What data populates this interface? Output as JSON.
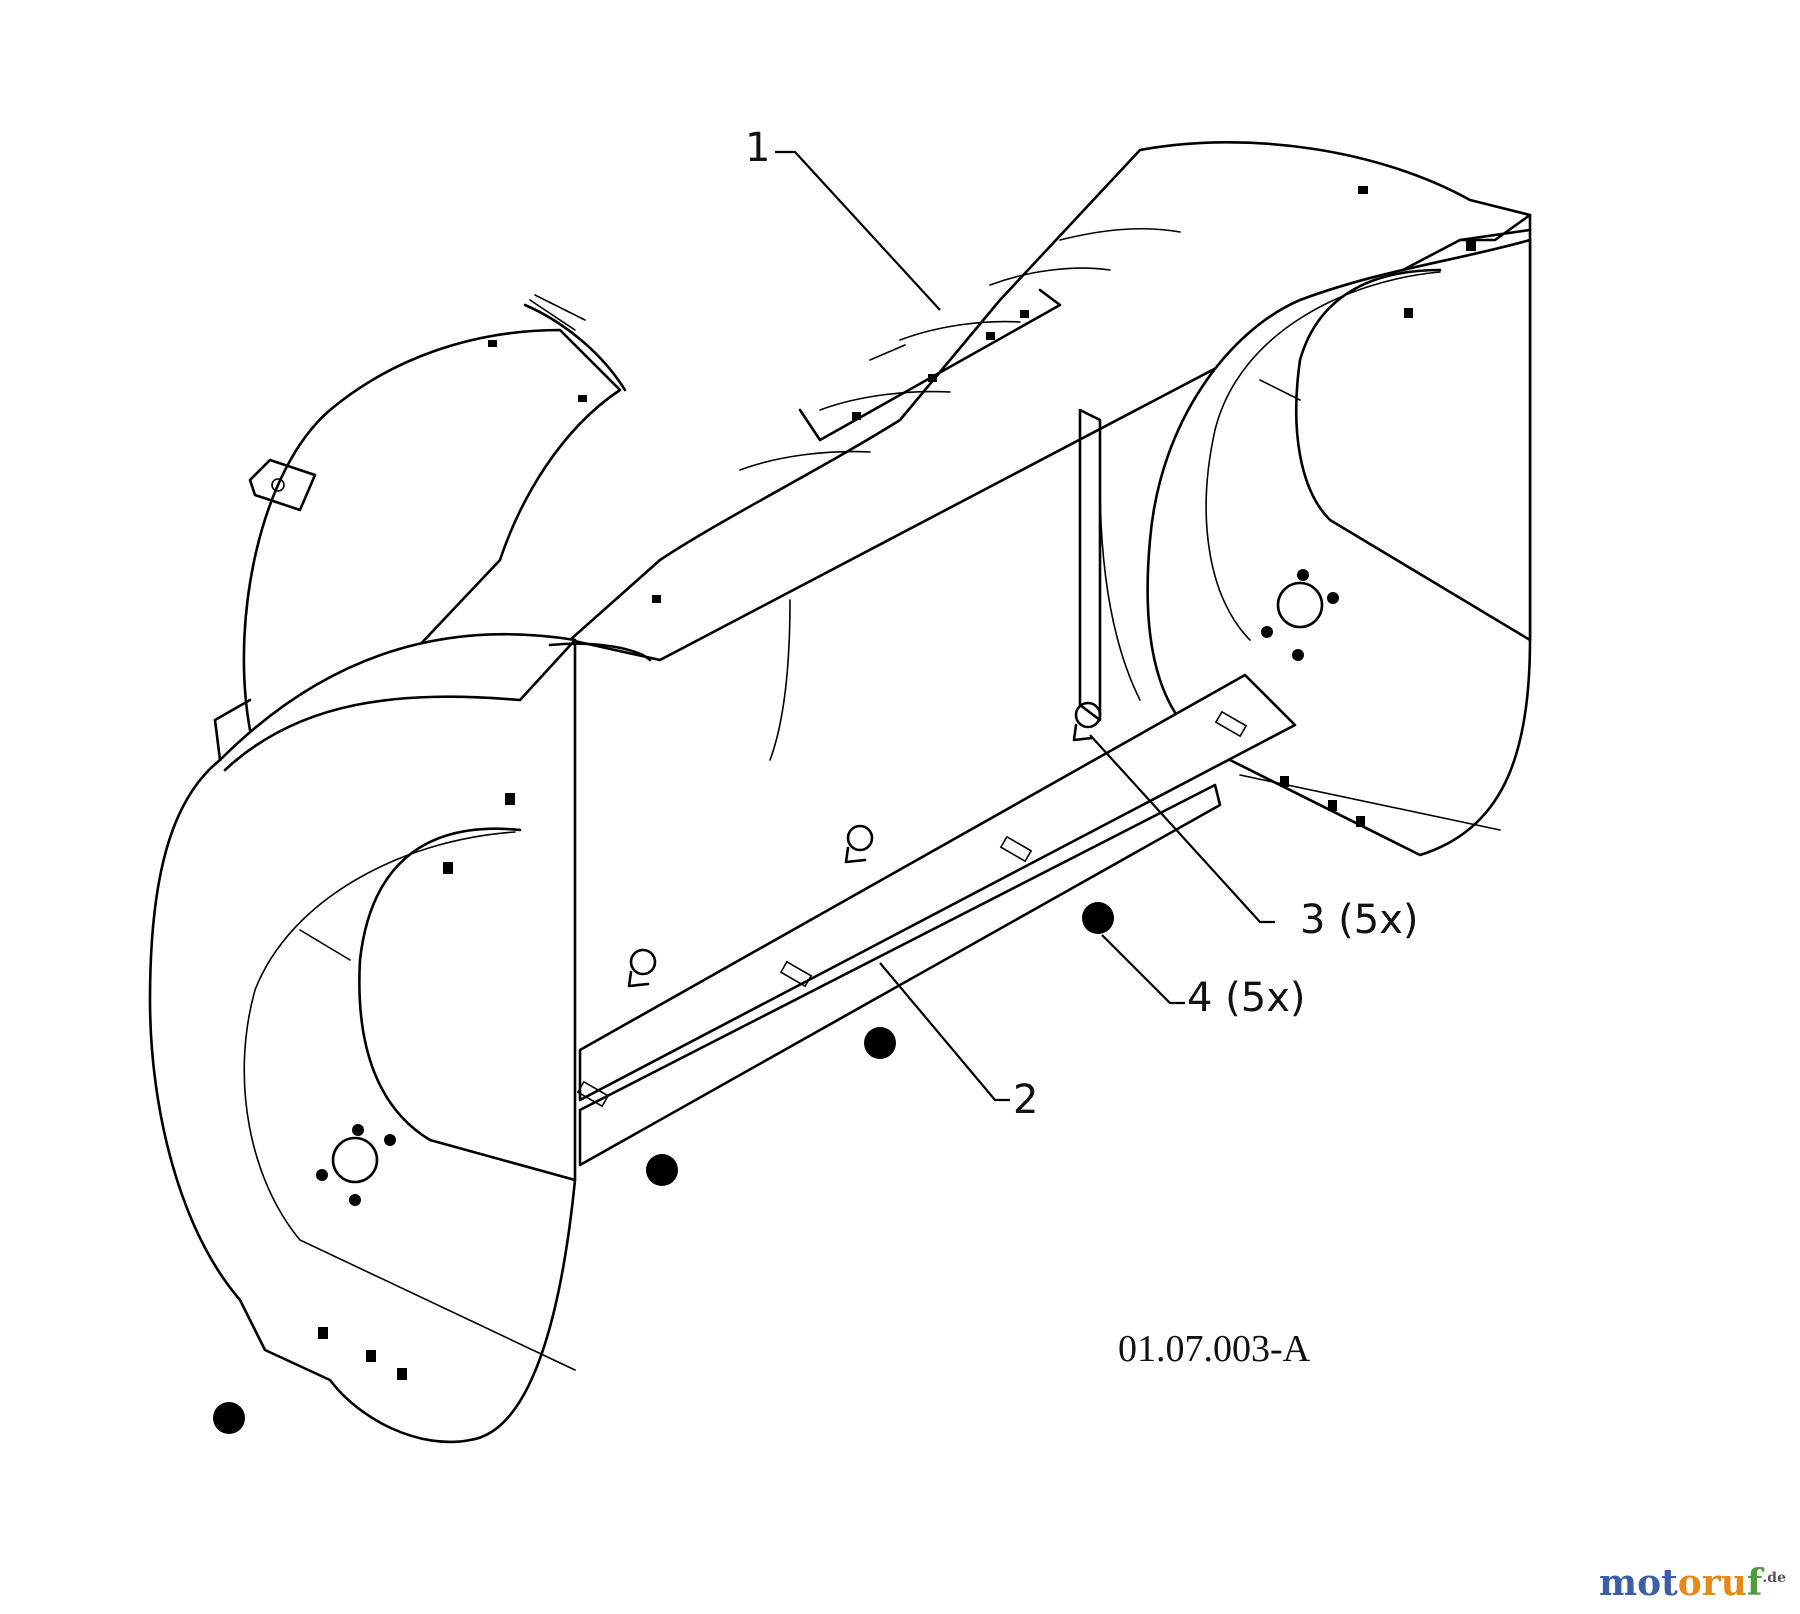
{
  "callouts": [
    {
      "id": "1",
      "text": "1"
    },
    {
      "id": "2",
      "text": "2"
    },
    {
      "id": "3",
      "text": "3 (5x)"
    },
    {
      "id": "4",
      "text": "4 (5x)"
    }
  ],
  "drawing_code": "01.07.003-A",
  "watermark": {
    "part1": "mot",
    "part2": "oru",
    "part3": "f",
    "tld": ".de"
  },
  "colors": {
    "line": "#000000",
    "background": "#ffffff",
    "watermark_blue": "#3a5fa8",
    "watermark_orange": "#e38a1c",
    "watermark_green": "#4e9a3c"
  }
}
